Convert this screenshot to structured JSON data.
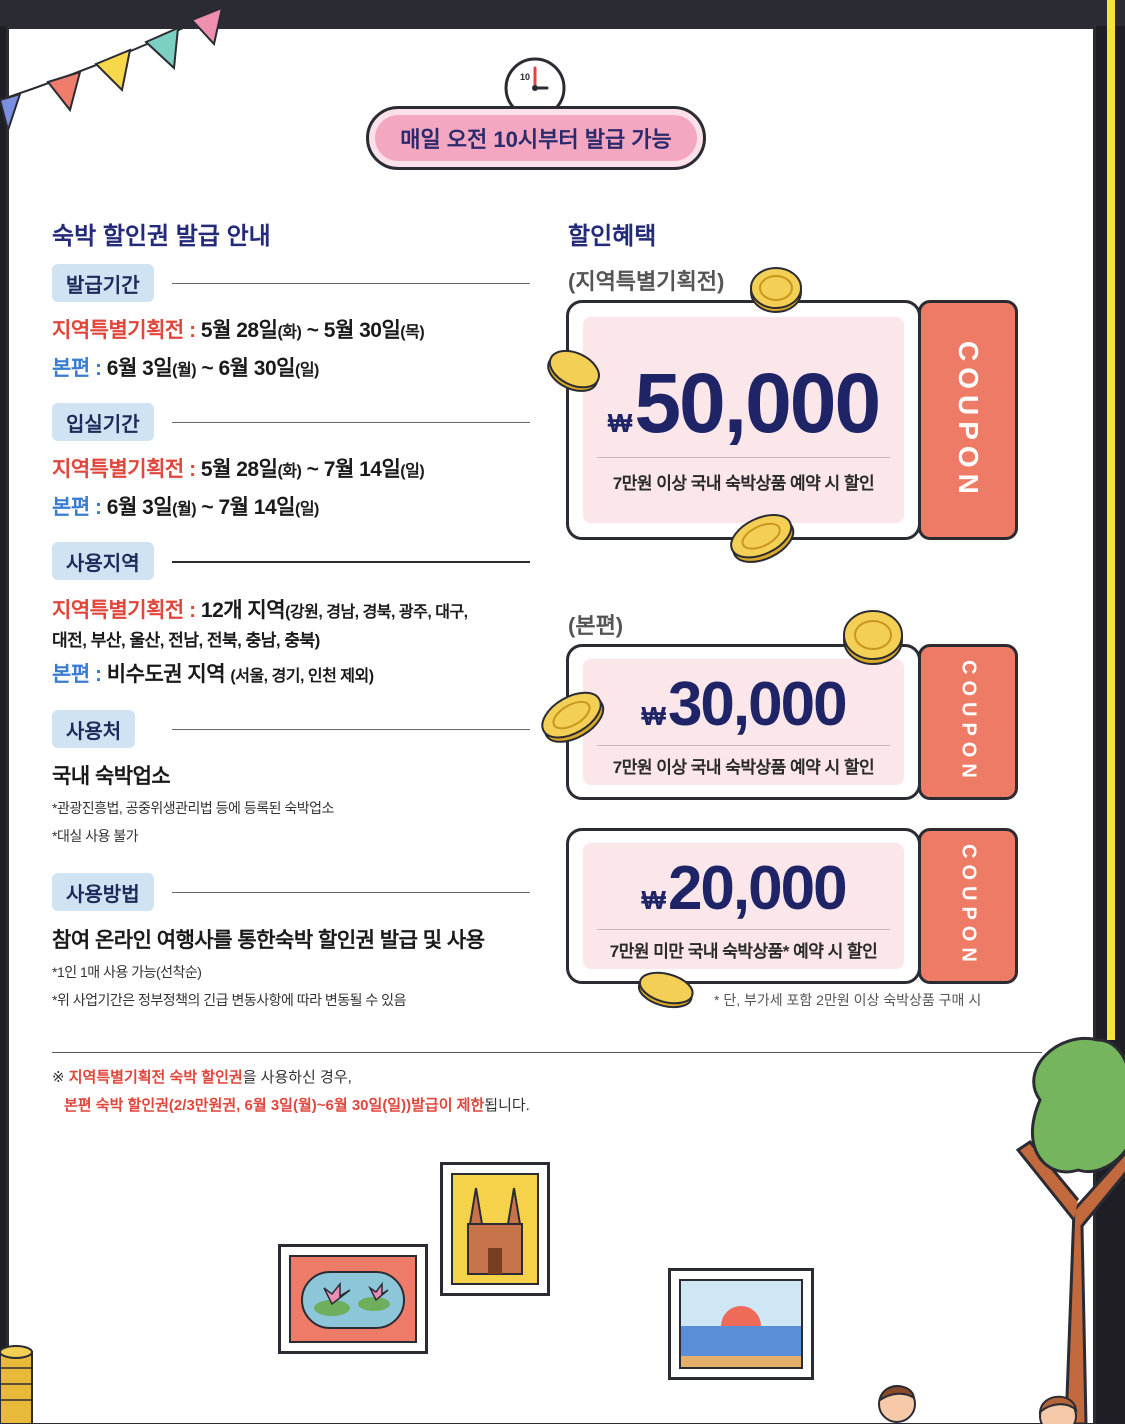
{
  "banner": {
    "text": "매일 오전 10시부터 발급 가능",
    "clock_number": "10"
  },
  "left": {
    "title": "숙박 할인권 발급 안내",
    "sections": [
      {
        "tag": "발급기간",
        "lines": [
          {
            "label": "지역특별기획전 :",
            "a": " 5월 28일",
            "a_sm": "(화)",
            "b": " ~ 5월 30일",
            "b_sm": "(목)"
          },
          {
            "label": "본편 :",
            "a": " 6월 3일",
            "a_sm": "(월)",
            "b": " ~ 6월 30일",
            "b_sm": "(일)"
          }
        ]
      },
      {
        "tag": "입실기간",
        "lines": [
          {
            "label": "지역특별기획전 :",
            "a": " 5월 28일",
            "a_sm": "(화)",
            "b": " ~ 7월 14일",
            "b_sm": "(일)"
          },
          {
            "label": "본편 :",
            "a": " 6월 3일",
            "a_sm": "(월)",
            "b": " ~ 7월 14일",
            "b_sm": "(일)"
          }
        ]
      },
      {
        "tag": "사용지역",
        "line1_label": "지역특별기획전 :",
        "line1_main": " 12개 지역",
        "line1_sm": "(강원, 경남, 경북, 광주, 대구,",
        "line2": "대전, 부산, 울산, 전남, 전북, 충남, 충북)",
        "line3_label": "본편 :",
        "line3_main": " 비수도권 지역 ",
        "line3_sm": "(서울, 경기, 인천 제외)"
      },
      {
        "tag": "사용처",
        "main": "국내 숙박업소",
        "notes": [
          "*관광진흥법, 공중위생관리법 등에 등록된 숙박업소",
          "*대실 사용 불가"
        ]
      },
      {
        "tag": "사용방법",
        "main": "참여 온라인 여행사를 통한숙박 할인권 발급 및 사용",
        "notes": [
          "*1인 1매 사용 가능(선착순)",
          "*위 사업기간은 정부정책의 긴급 변동사항에 따라 변동될 수 있음"
        ]
      }
    ]
  },
  "right": {
    "title": "할인혜택",
    "special_label": "(지역특별기획전)",
    "main_label": "(본편)",
    "coupons": [
      {
        "currency": "₩",
        "amount": "50,000",
        "desc": "7만원 이상 국내 숙박상품 예약 시 할인",
        "stub": "COUPON"
      },
      {
        "currency": "₩",
        "amount": "30,000",
        "desc": "7만원 이상 국내 숙박상품 예약 시 할인",
        "stub": "COUPON"
      },
      {
        "currency": "₩",
        "amount": "20,000",
        "desc": "7만원 미만 국내 숙박상품* 예약 시 할인",
        "stub": "COUPON"
      }
    ],
    "footnote": "* 단, 부가세 포함 2만원 이상 숙박상품 구매 시"
  },
  "warning": {
    "mark": "※ ",
    "l1_red": "지역특별기획전 숙박 할인권",
    "l1_rest": "을 사용하신 경우,",
    "l2_red": "본편 숙박 할인권(2/3만원권, 6월 3일(월)~6월 30일(일))발급이 제한",
    "l2_rest": "됩니다."
  },
  "colors": {
    "navy": "#232a7a",
    "red": "#e0463c",
    "blue": "#3a7ccf",
    "tag_bg": "#cfe3f3",
    "coupon_pink": "#fbe6ea",
    "stub": "#ee7b66",
    "pill": "#f4a7c0"
  }
}
